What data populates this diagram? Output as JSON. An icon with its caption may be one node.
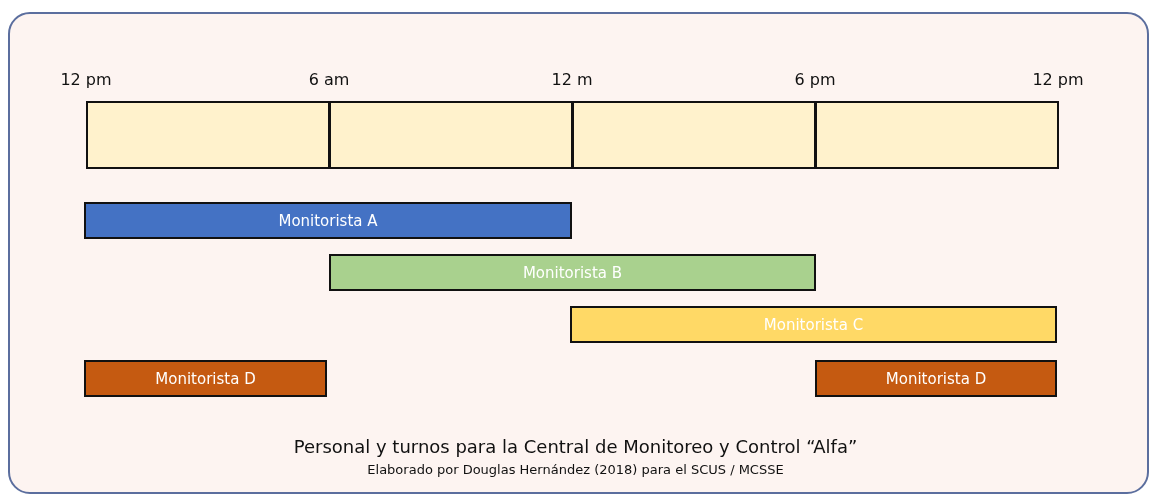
{
  "diagram": {
    "caption": "Personal y turnos para la Central de Monitoreo y Control “Alfa”",
    "nodes": [
      {
        "text": [],
        "shape": "box"
      },
      {
        "text": [],
        "shape": "box"
      },
      {
        "text": [],
        "shape": "box"
      },
      {
        "text": [],
        "shape": "box"
      },
      {
        "text": [
          "Monitorista A"
        ]
      },
      {
        "text": [
          "Monitorista B"
        ]
      },
      {
        "text": [
          "Monitorista C"
        ]
      },
      {
        "text": [
          "Monitorista D"
        ]
      },
      {
        "text": [
          "Monitorista D"
        ]
      }
    ],
    "edges": [],
    "labels": [
      "12 pm",
      "6 am",
      "12 m",
      "6 pm",
      "12 pm",
      "Elaborado por Douglas Hernández (2018) para el SCUS / MCSSE"
    ]
  }
}
